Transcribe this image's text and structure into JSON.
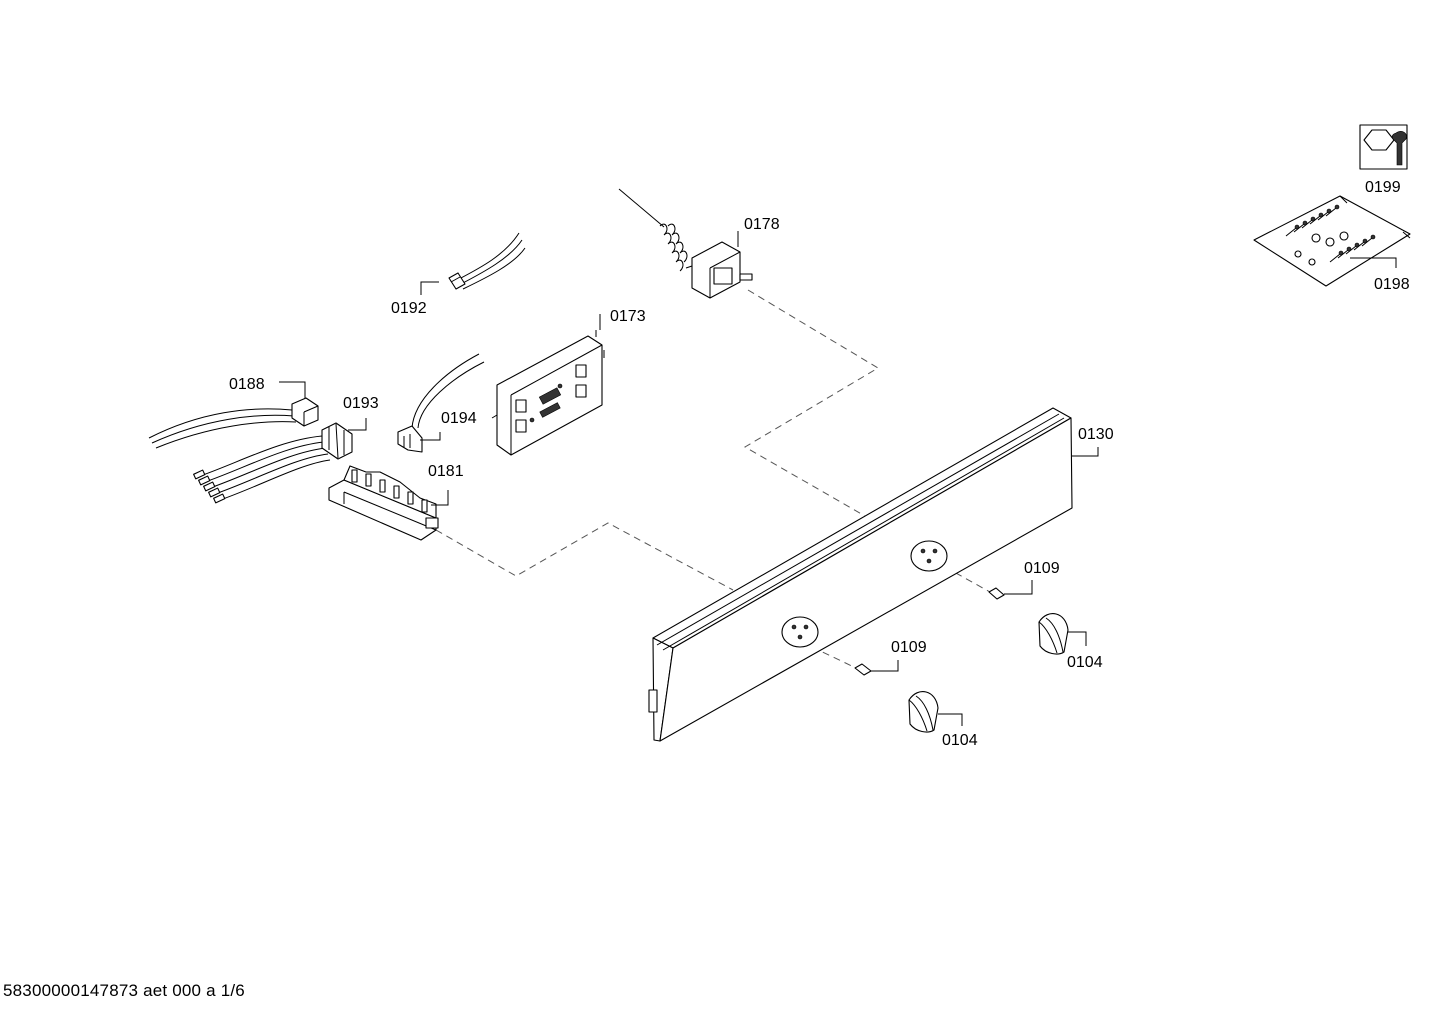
{
  "drawing": {
    "document_number": "58300000147873 aet 000 a 1/6"
  },
  "parts": [
    {
      "id": "control-panel",
      "label": "0130"
    },
    {
      "id": "electronic-module",
      "label": "0173"
    },
    {
      "id": "thermostat",
      "label": "0178"
    },
    {
      "id": "terminal-block",
      "label": "0181"
    },
    {
      "id": "cable-connector-a",
      "label": "0188"
    },
    {
      "id": "cable-plug-b",
      "label": "0192"
    },
    {
      "id": "cable-connector-c",
      "label": "0193"
    },
    {
      "id": "cable-plug-d",
      "label": "0194"
    },
    {
      "id": "fixing-kit",
      "label": "0198"
    },
    {
      "id": "tool-symbol",
      "label": "0199"
    },
    {
      "id": "knob-right",
      "label": "0104"
    },
    {
      "id": "knob-left",
      "label": "0104"
    },
    {
      "id": "spring-clip-right",
      "label": "0109"
    },
    {
      "id": "spring-clip-left",
      "label": "0109"
    }
  ]
}
